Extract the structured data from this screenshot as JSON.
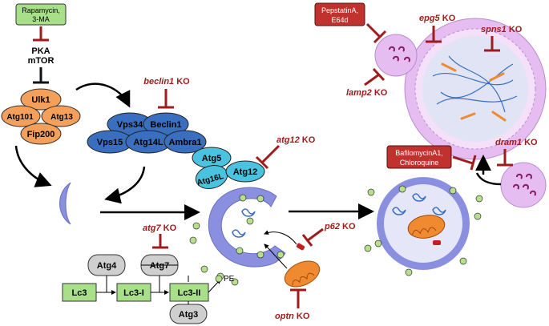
{
  "inhibitors": {
    "rapamycin": [
      "Rapamycin,",
      "3-MA"
    ],
    "pepstatin": [
      "PepstatinA,",
      "E64d"
    ],
    "bafilomycin": [
      "BafilomycinA1,",
      "Chloroquine"
    ]
  },
  "pka_mtor": [
    "PKA",
    "mTOR"
  ],
  "ulk_complex": {
    "ulk1": "Ulk1",
    "atg101": "Atg101",
    "atg13": "Atg13",
    "fip200": "Fip200"
  },
  "vps_complex": {
    "vps34": "Vps34",
    "beclin1": "Beclin1",
    "vps15": "Vps15",
    "atg14l": "Atg14L",
    "ambra1": "Ambra1"
  },
  "atg_complex": {
    "atg5": "Atg5",
    "atg12": "Atg12",
    "atg16l": "Atg16L"
  },
  "lc3_pathway": {
    "atg4": "Atg4",
    "atg7": "Atg7",
    "atg3": "Atg3",
    "lc3": "Lc3",
    "lc3i": "Lc3-I",
    "lc3ii": "Lc3-II",
    "pe": "PE"
  },
  "knockouts": {
    "beclin1": [
      "beclin1",
      " KO"
    ],
    "atg12": [
      "atg12",
      " KO"
    ],
    "atg7": [
      "atg7",
      " KO"
    ],
    "p62": [
      "p62",
      " KO"
    ],
    "optn": [
      "optn",
      " KO"
    ],
    "epg5": [
      "epg5",
      " KO"
    ],
    "spns1": [
      "spns1",
      " KO"
    ],
    "lamp2": [
      "lamp2",
      " KO"
    ],
    "dram1": [
      "dram1",
      " KO"
    ]
  },
  "colors": {
    "inhibit": "#a01c1c",
    "ulk": "#f5a05a",
    "vps": "#3a6fc0",
    "atg": "#4ac3e0",
    "lc3": "#a8e08a",
    "membrane": "#8a8fe0",
    "lysosome": "#e6bdf0"
  }
}
